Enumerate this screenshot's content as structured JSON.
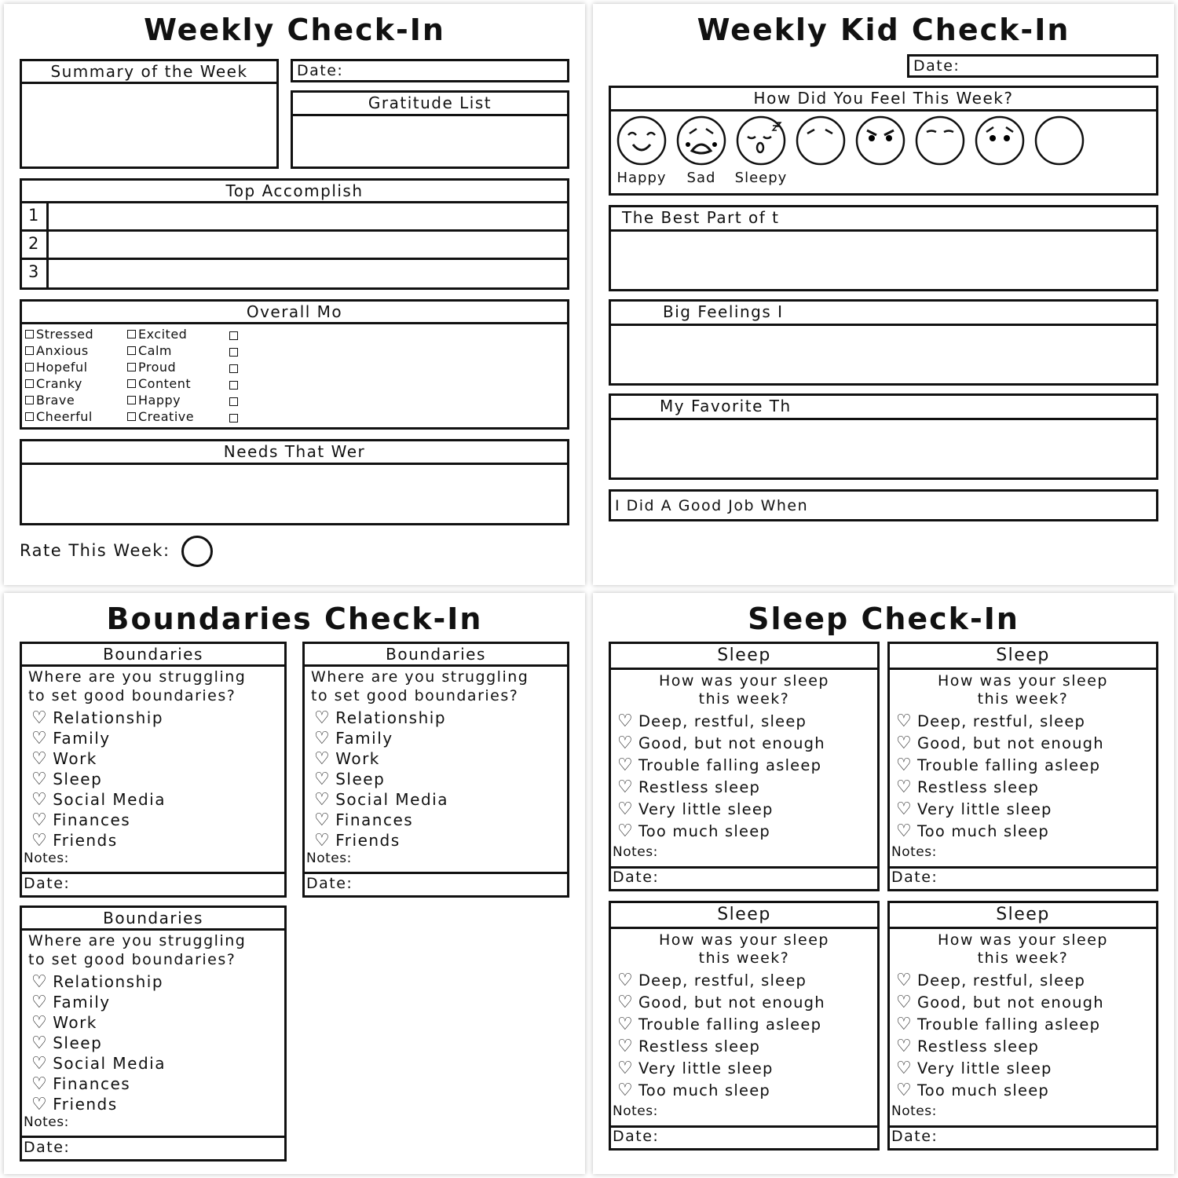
{
  "colors": {
    "ink": "#111111",
    "paper": "#ffffff"
  },
  "weekly": {
    "title": "Weekly Check-In",
    "summary": "Summary of the Week",
    "date": "Date:",
    "gratitude": "Gratitude List",
    "accomplishments": "Top Accomplish",
    "numbers": [
      "1",
      "2",
      "3"
    ],
    "mood": "Overall Mo",
    "mood_col1": [
      "Stressed",
      "Anxious",
      "Hopeful",
      "Cranky",
      "Brave",
      "Cheerful"
    ],
    "mood_col2": [
      "Excited",
      "Calm",
      "Proud",
      "Content",
      "Happy",
      "Creative"
    ],
    "needs": "Needs That Wer",
    "rate": "Rate This Week:"
  },
  "kid": {
    "title": "Weekly Kid Check-In",
    "date": "Date:",
    "feel": "How Did You Feel This Week?",
    "faces": [
      "happy-face-icon",
      "sad-face-icon",
      "sleepy-face-icon",
      "worried-face-icon",
      "angry-face-icon",
      "calm-face-icon",
      "scared-face-icon",
      "blank-face-icon"
    ],
    "face_labels": [
      "Happy",
      "Sad",
      "Sleepy"
    ],
    "best": "The Best Part of t",
    "big": "Big Feelings I",
    "fav": "My Favorite Th",
    "good": "I Did A Good Job When"
  },
  "boundaries": {
    "title": "Boundaries Check-In",
    "header": "Boundaries",
    "question": [
      "Where are you struggling",
      "to set good boundaries?"
    ],
    "items": [
      "Relationship",
      "Family",
      "Work",
      "Sleep",
      "Social Media",
      "Finances",
      "Friends"
    ],
    "notes": "Notes:",
    "date": "Date:"
  },
  "sleep": {
    "title": "Sleep Check-In",
    "header": "Sleep",
    "question": [
      "How was your sleep",
      "this week?"
    ],
    "items": [
      "Deep, restful, sleep",
      "Good, but not enough",
      "Trouble falling asleep",
      "Restless sleep",
      "Very little sleep",
      "Too much sleep"
    ],
    "notes": "Notes:",
    "date": "Date:"
  }
}
